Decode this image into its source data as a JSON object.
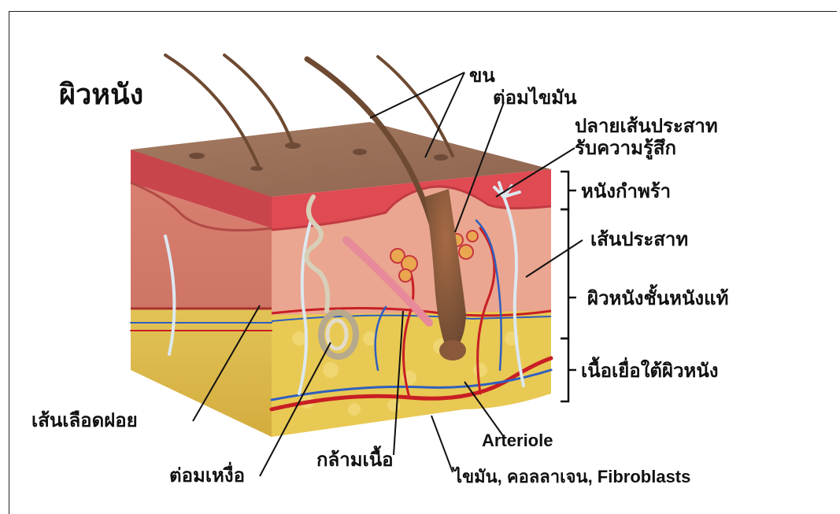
{
  "diagram": {
    "title": "ผิวหนัง",
    "labels": {
      "hair": "ขน",
      "sebaceous_gland": "ต่อมไขมัน",
      "nerve_ending_1": "ปลายเส้นประสาท",
      "nerve_ending_2": "รับความรู้สึก",
      "epidermis": "หนังกำพร้า",
      "nerve": "เส้นประสาท",
      "dermis": "ผิวหนังชั้นหนังแท้",
      "subcutaneous": "เนื้อเยื่อใต้ผิวหนัง",
      "capillary": "เส้นเลือดฝอย",
      "arteriole": "Arteriole",
      "sweat_gland": "ต่อมเหงื่อ",
      "muscle": "กล้ามเนื้อ",
      "fat_collagen": "ไขมัน, คอลลาเจน, Fibroblasts"
    },
    "colors": {
      "epidermis": "#e04a52",
      "dermis": "#e9a48e",
      "subcutaneous": "#e9cc55",
      "surface": "#a97a5e",
      "hair": "#6e4a32",
      "artery": "#c81e24",
      "vein": "#2f5fbf",
      "nerve": "#dce8f0"
    }
  }
}
